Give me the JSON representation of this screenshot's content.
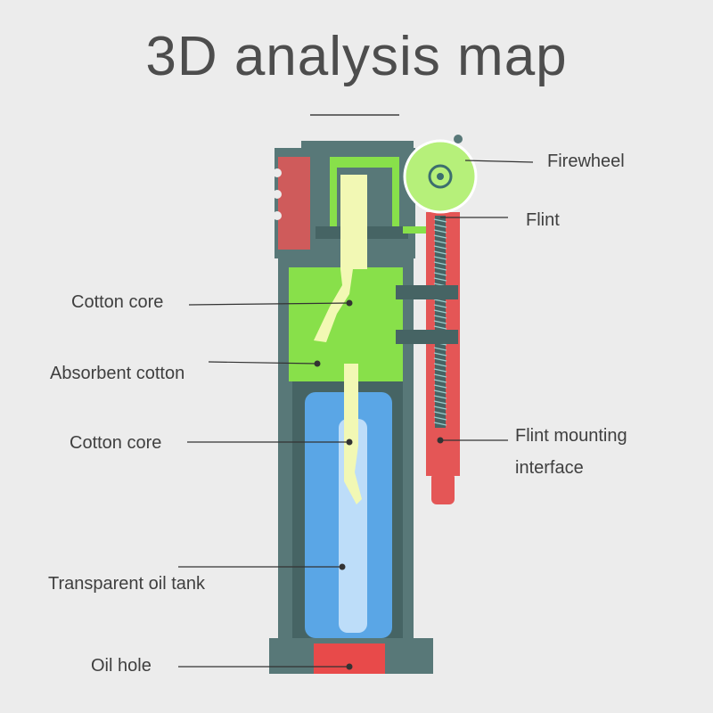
{
  "title": "3D analysis map",
  "labels": {
    "firewheel": "Firewheel",
    "flint": "Flint",
    "cotton_core_upper": "Cotton core",
    "absorbent_cotton": "Absorbent cotton",
    "cotton_core_lower": "Cotton core",
    "flint_mount_line1": "Flint mounting",
    "flint_mount_line2": "interface",
    "oil_tank": "Transparent oil tank",
    "oil_hole": "Oil hole"
  },
  "colors": {
    "background": "#ececec",
    "casing": "#587878",
    "casing_dark": "#466464",
    "absorbent": "#88e04a",
    "wick": "#f2f8b4",
    "tank": "#5aa6e6",
    "tank_light": "#cfe6fb",
    "flint_tube": "#e45656",
    "oil_hole": "#e84a4a",
    "wheel": "#b6f07a",
    "leader": "#333333"
  }
}
